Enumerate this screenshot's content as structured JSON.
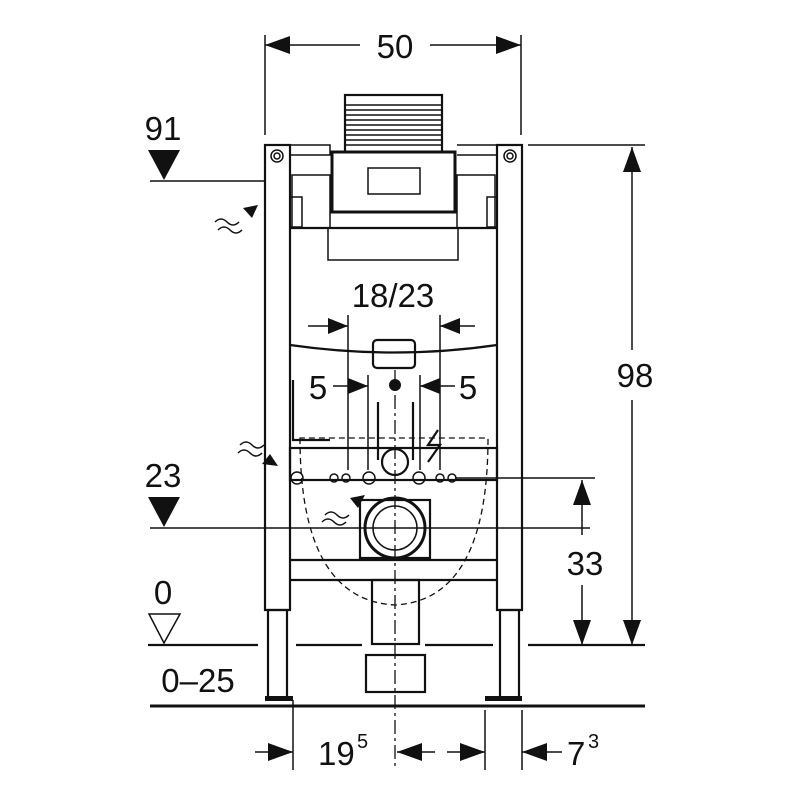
{
  "drawing": {
    "width_dim": "50",
    "top_level": "91",
    "spacing_dim": "18/23",
    "offset_left": "5",
    "offset_right": "5",
    "height_dim": "98",
    "mid_level": "23",
    "drain_height": "33",
    "floor_level": "0",
    "floor_range": "0–25",
    "bottom_left_base": "19",
    "bottom_left_sup": "5",
    "bottom_right_base": "7",
    "bottom_right_sup": "3"
  },
  "colors": {
    "ink": "#111111",
    "background": "#ffffff"
  }
}
